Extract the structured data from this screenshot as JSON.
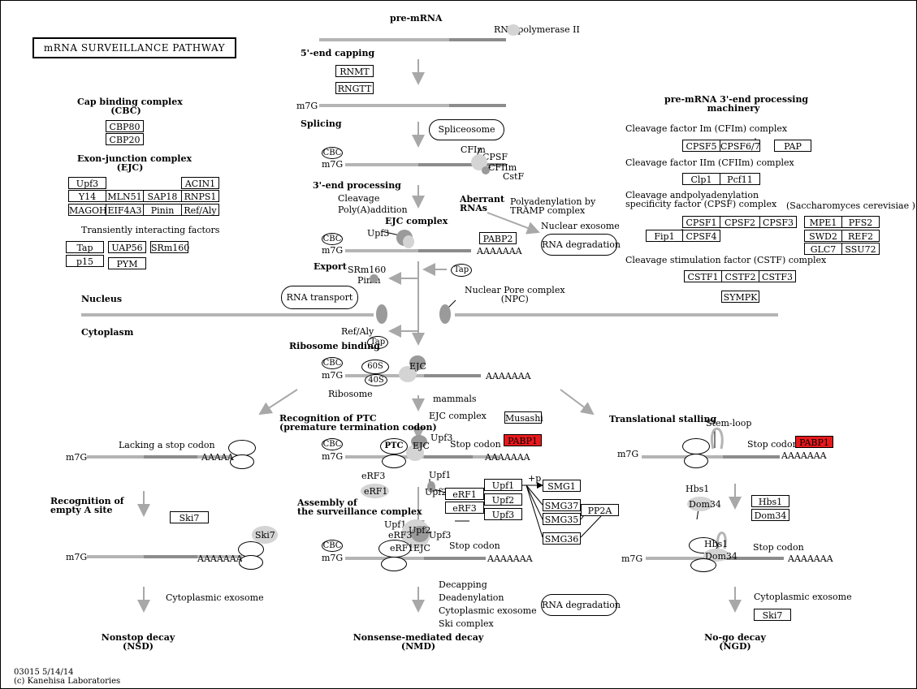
{
  "map_title": "mRNA SURVEILLANCE PATHWAY",
  "footer": {
    "id_date": "03015 5/14/14",
    "copyright": "(c) Kanehisa Laboratories"
  },
  "colors": {
    "highlight": "#e8191c",
    "line": "#b0b0b0",
    "line_dark": "#8c8c8c",
    "blob": "#9a9a9a"
  },
  "labels": {
    "pre_mrna": "pre-mRNA",
    "rna_pol2": "RNA polymerase II",
    "capping": "5'-end capping",
    "splicing": "Splicing",
    "spliceosome": "Spliceosome",
    "end3_processing": "3'-end processing",
    "cleavage": "Cleavage",
    "polyA_addition": "Poly(A)addition",
    "ejc_complex_b": "EJC complex",
    "export": "Export",
    "aberrant": "Aberrant\nRNAs",
    "polyadenylation": "Polyadenylation by\nTRAMP complex",
    "nuclear_exosome": "Nuclear exosome",
    "rna_degradation": "RNA degradation",
    "nuclear_pore": "Nuclear Pore complex\n(NPC)",
    "nucleus": "Nucleus",
    "cytoplasm": "Cytoplasm",
    "rna_transport": "RNA transport",
    "ref_aly": "Ref/Aly",
    "tap": "Tap",
    "ribosome_binding": "Ribosome binding",
    "ribosome": "Ribosome",
    "srm160": "SRm160",
    "pinin": "Pinin",
    "cap_binding": "Cap binding complex\n(CBC)",
    "exon_junction": "Exon-junction complex\n(EJC)",
    "transient": "Transiently interacting factors",
    "premrna_3end": "pre-mRNA 3'-end processing\nmachinery",
    "cfim": "Cleavage factor Im (CFIm) complex",
    "cfiim": "Cleavage factor IIm (CFIIm) complex",
    "cpsf": "Cleavage andpolyadenylation\nspecificity factor (CPSF) complex",
    "yeast": "(Saccharomyces cerevisiae )",
    "cstf": "Cleavage stimulation factor (CSTF) complex",
    "mammals": "mammals",
    "ejc_complex": "EJC complex",
    "lacking_stop": "Lacking a stop codon",
    "recog_ptc": "Recognition of PTC\n(premature termination codon)",
    "stop_codon": "Stop codon",
    "translational_stalling": "Translational stalling",
    "stem_loop": "Stem-loop",
    "recog_empty": "Recognition of\nempty A site",
    "assembly": "Assembly of\nthe surveillance complex",
    "cytoplasmic_exosome": "Cytoplasmic exosome",
    "decay_list": "Decapping\nDeadenylation\nCytoplasmic exosome\nSki complex",
    "nsd": "Nonstop decay\n(NSD)",
    "nmd": "Nonsense-mediated decay\n(NMD)",
    "ngd": "No-go decay\n(NGD)",
    "m7g": "m7G",
    "polyA": "AAAAAAA",
    "cbc": "CBC",
    "ejc": "EJC",
    "ptc": "PTC",
    "s60": "60S",
    "s40": "40S",
    "cfim_small": "CFIm",
    "cpsf_small": "CPSF",
    "cfiim_small": "CFIIm",
    "cstf_small": "CstF",
    "upf3": "Upf3",
    "upf1": "Upf1",
    "upf2": "Upf2",
    "erf3": "eRF3",
    "erf1": "eRF1",
    "hbs1": "Hbs1",
    "dom34": "Dom34",
    "ski7": "Ski7",
    "plus_p": "+p"
  },
  "genes": {
    "RNMT": "RNMT",
    "RNGTT": "RNGTT",
    "CBP80": "CBP80",
    "CBP20": "CBP20",
    "Upf3": "Upf3",
    "ACIN1": "ACIN1",
    "Y14": "Y14",
    "MLN51": "MLN51",
    "SAP18": "SAP18",
    "RNPS1": "RNPS1",
    "MAGOH": "MAGOH",
    "EIF4A3": "EIF4A3",
    "Pinin": "Pinin",
    "RefAly": "Ref/Aly",
    "Tap": "Tap",
    "UAP56": "UAP56",
    "SRm160": "SRm160",
    "p15": "p15",
    "PYM": "PYM",
    "PABP2": "PABP2",
    "CPSF5": "CPSF5",
    "CPSF67": "CPSF6/7",
    "PAP": "PAP",
    "Clp1": "Clp1",
    "Pcf11": "Pcf11",
    "CPSF1": "CPSF1",
    "CPSF2": "CPSF2",
    "CPSF3": "CPSF3",
    "Fip1": "Fip1",
    "CPSF4": "CPSF4",
    "MPE1": "MPE1",
    "PFS2": "PFS2",
    "SWD2": "SWD2",
    "REF2": "REF2",
    "GLC7": "GLC7",
    "SSU72": "SSU72",
    "CSTF1": "CSTF1",
    "CSTF2": "CSTF2",
    "CSTF3": "CSTF3",
    "SYMPK": "SYMPK",
    "Musashi": "Musashi",
    "PABP1a": "PABP1",
    "PABP1b": "PABP1",
    "Ski7": "Ski7",
    "Upf1": "Upf1",
    "Upf2": "Upf2",
    "Upf3b": "Upf3",
    "eRF1": "eRF1",
    "eRF3": "eRF3",
    "SMG1": "SMG1",
    "SMG37": "SMG37",
    "SMG35": "SMG35",
    "SMG36": "SMG36",
    "PP2A": "PP2A",
    "Hbs1": "Hbs1",
    "Dom34": "Dom34",
    "Ski7b": "Ski7"
  }
}
